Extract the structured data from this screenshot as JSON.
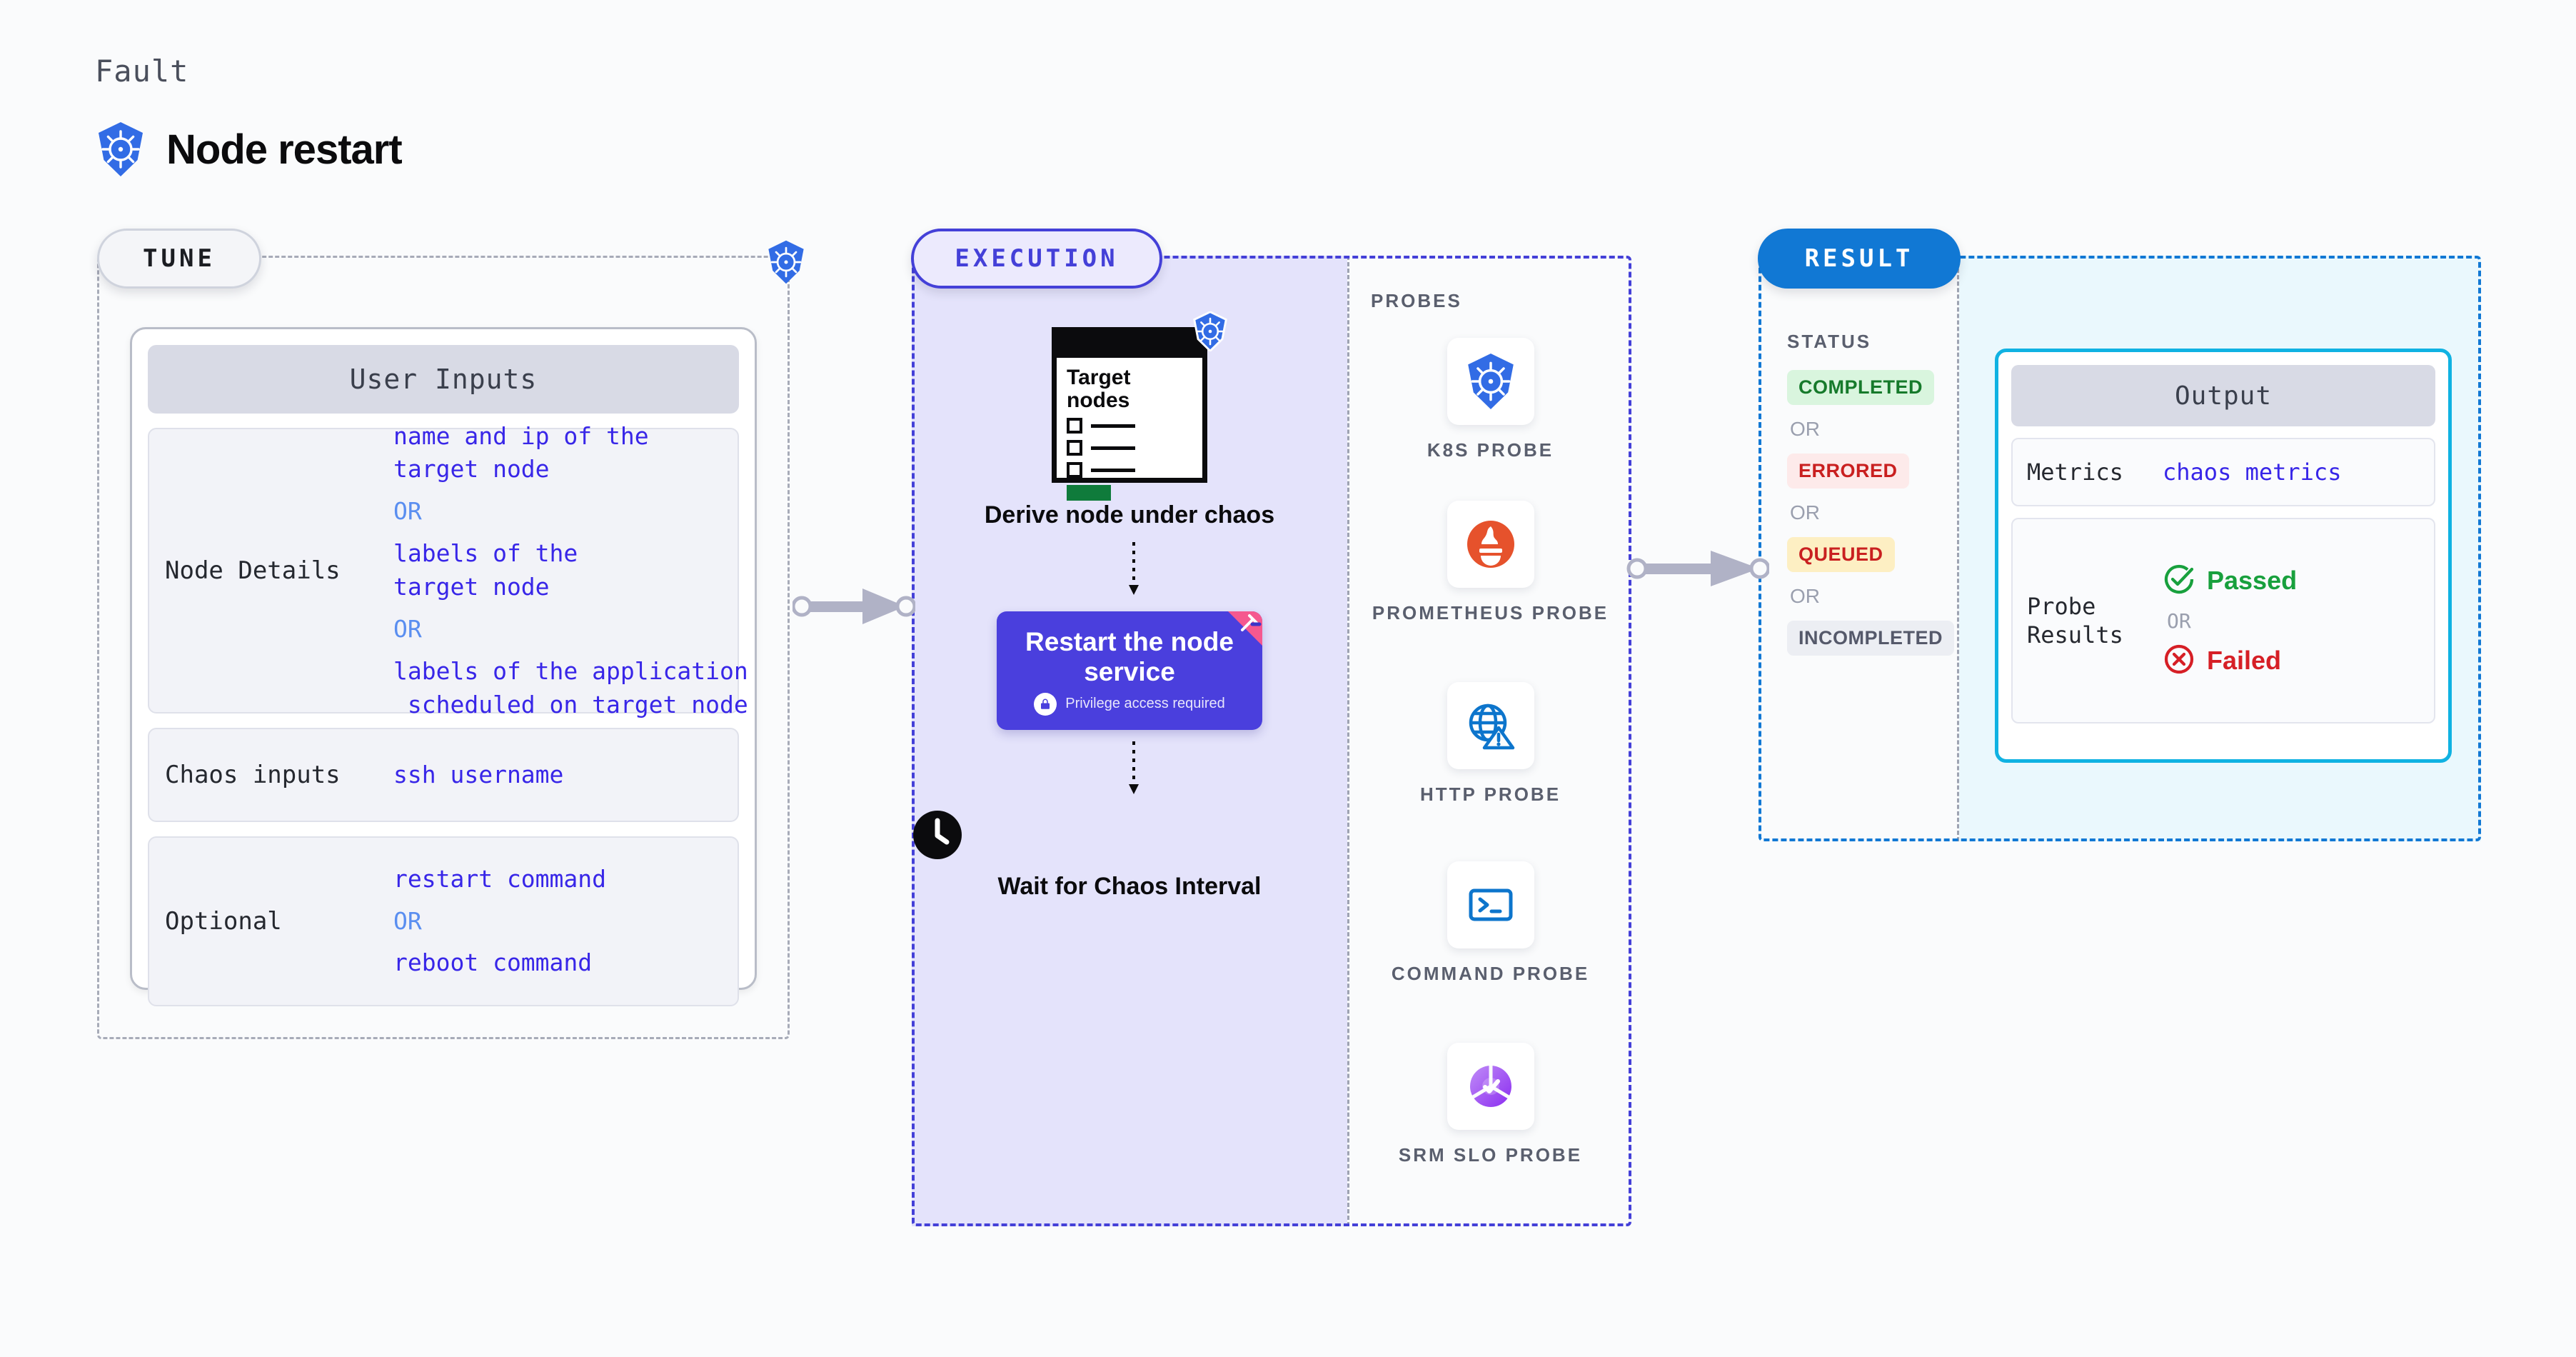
{
  "header": {
    "eyebrow": "Fault",
    "title": "Node restart",
    "icon": "kubernetes-icon"
  },
  "tune": {
    "pill_label": "TUNE",
    "badge_icon": "kubernetes-icon",
    "card_title": "User Inputs",
    "rows": [
      {
        "label": "Node Details",
        "values": [
          "name and ip of the",
          "target node"
        ],
        "or1": "OR",
        "values2": [
          "labels of the",
          "target node"
        ],
        "or2": "OR",
        "values3": [
          "labels of the application",
          " scheduled on target node"
        ]
      },
      {
        "label": "Chaos inputs",
        "values": [
          "ssh username"
        ]
      },
      {
        "label": "Optional",
        "values": [
          "restart command"
        ],
        "or1": "OR",
        "values2": [
          "reboot command"
        ]
      }
    ]
  },
  "execution": {
    "pill_label": "EXECUTION",
    "doc": {
      "title_line1": "Target",
      "title_line2": "nodes",
      "badge_icon": "kubernetes-icon"
    },
    "step1_caption": "Derive node under chaos",
    "action": {
      "title": "Restart the node service",
      "subtitle": "Privilege access required",
      "lock_icon": "lock-icon",
      "corner_icon": "chaos-injection-icon"
    },
    "step3_caption": "Wait for Chaos Interval",
    "clock_icon": "clock-icon"
  },
  "probes": {
    "title": "PROBES",
    "items": [
      {
        "name": "K8S PROBE",
        "icon": "kubernetes-icon"
      },
      {
        "name": "PROMETHEUS PROBE",
        "icon": "prometheus-icon"
      },
      {
        "name": "HTTP PROBE",
        "icon": "http-globe-warning-icon"
      },
      {
        "name": "COMMAND PROBE",
        "icon": "terminal-icon"
      },
      {
        "name": "SRM SLO PROBE",
        "icon": "srm-slo-donut-icon"
      }
    ]
  },
  "result": {
    "pill_label": "RESULT",
    "status_title": "STATUS",
    "or_label": "OR",
    "statuses": [
      {
        "label": "COMPLETED",
        "bg": "#d9f5de",
        "fg": "#167a2b"
      },
      {
        "label": "ERRORED",
        "bg": "#fdeaea",
        "fg": "#c92020"
      },
      {
        "label": "QUEUED",
        "bg": "#fdefc3",
        "fg": "#c92020"
      },
      {
        "label": "INCOMPLETED",
        "bg": "#eceef3",
        "fg": "#55596a"
      }
    ],
    "output": {
      "title": "Output",
      "metrics_label": "Metrics",
      "metrics_value": "chaos metrics",
      "probe_label_line1": "Probe",
      "probe_label_line2": "Results",
      "passed_label": "Passed",
      "failed_label": "Failed",
      "or_label": "OR",
      "passed_icon": "check-circle-icon",
      "failed_icon": "x-circle-icon"
    }
  },
  "connectors": {
    "arrow1": "arrow-tune-to-execution",
    "arrow2": "arrow-execution-to-result"
  },
  "colors": {
    "accent_blue": "#1178d4",
    "exec_purple": "#4440d8",
    "k8s_blue": "#326ce5",
    "cyan": "#10b2e2"
  }
}
